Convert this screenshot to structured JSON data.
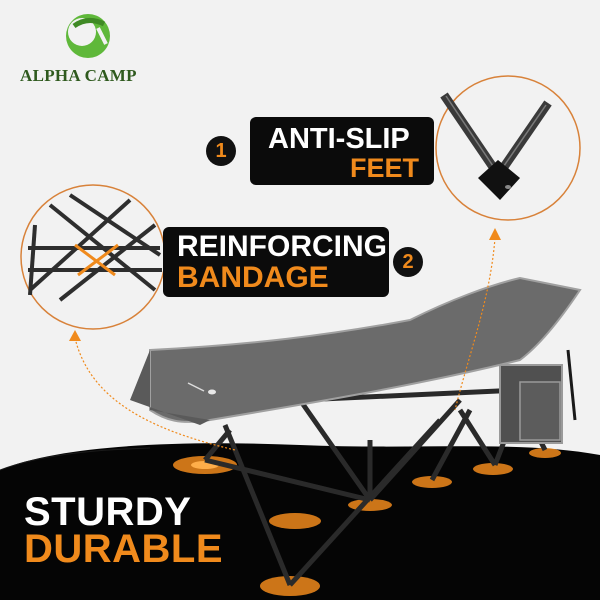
{
  "brand": {
    "name": "ALPHA CAMP",
    "logo_color": "#5fb83a",
    "text_color": "#2f5a1e"
  },
  "features": [
    {
      "number": "1",
      "line1": "ANTI-SLIP",
      "line2": "FEET"
    },
    {
      "number": "2",
      "line1": "REINFORCING",
      "line2": "BANDAGE"
    }
  ],
  "headline": {
    "line1": "STURDY",
    "line2": "DURABLE"
  },
  "colors": {
    "accent": "#f08a1c",
    "badge_bg": "#0b0b0b",
    "background": "#f2f2f2",
    "floor": "#050505",
    "cot_fabric": "#6b6b6b",
    "frame": "#2a2a2a"
  }
}
